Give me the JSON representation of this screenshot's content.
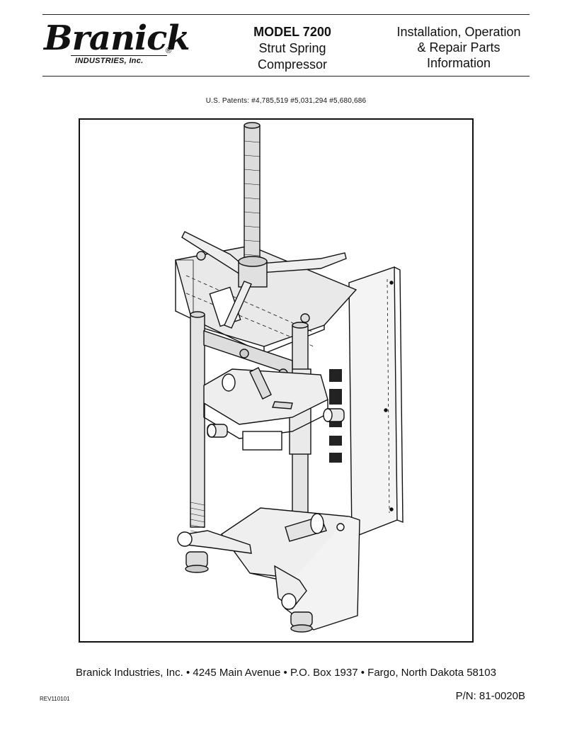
{
  "header": {
    "logo_word": "Branick",
    "logo_reg": "®",
    "logo_sub": "INDUSTRIES, Inc.",
    "model_lines": [
      "MODEL 7200",
      "Strut Spring",
      "Compressor"
    ],
    "info_lines": [
      "Installation, Operation",
      "& Repair Parts",
      "Information"
    ]
  },
  "patents": "U.S. Patents:  #4,785,519  #5,031,294  #5,680,686",
  "footer": {
    "address": "Branick Industries, Inc. • 4245 Main Avenue • P.O. Box 1937 • Fargo, North Dakota 58103",
    "revision": "REV110101",
    "part_number": "P/N:  81-0020B"
  }
}
